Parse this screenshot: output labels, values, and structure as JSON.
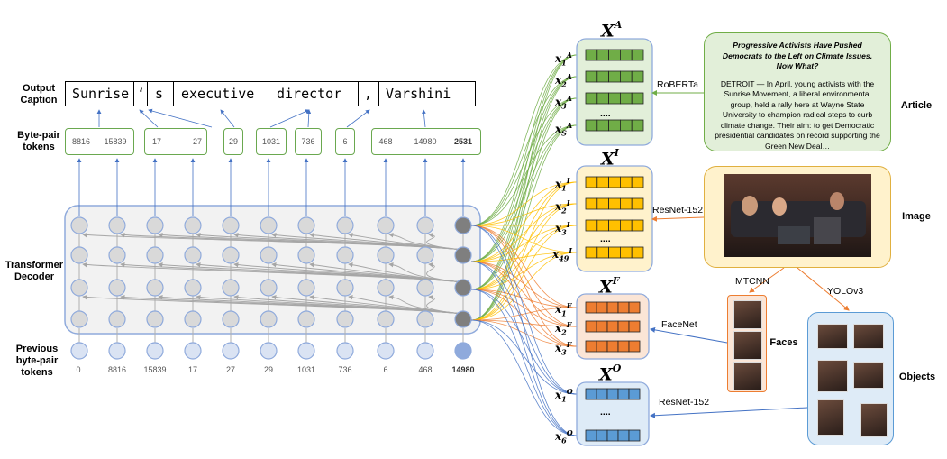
{
  "labels": {
    "output_caption": "Output Caption",
    "bpe_tokens": "Byte-pair tokens",
    "decoder": "Transformer Decoder",
    "previous_tokens": "Previous byte-pair tokens"
  },
  "caption_words": [
    "Sunrise",
    "‘",
    "s",
    "executive",
    "director",
    ",",
    "Varshini"
  ],
  "bpe_groups": [
    [
      "8816",
      "15839"
    ],
    [
      "17",
      "27"
    ],
    [
      "29"
    ],
    [
      "1031"
    ],
    [
      "736"
    ],
    [
      "6"
    ],
    [
      "468",
      "14980",
      "2531"
    ]
  ],
  "previous_tokens": [
    "0",
    "8816",
    "15839",
    "17",
    "27",
    "29",
    "1031",
    "736",
    "6",
    "468",
    "14980"
  ],
  "encoders": {
    "article": {
      "title": "X",
      "sup": "A",
      "rows": [
        "x",
        "x",
        "x",
        "x"
      ],
      "subs": [
        "1",
        "2",
        "3",
        "S"
      ],
      "model": "RoBERTa",
      "color": "#70ad47",
      "fill": "#e2efd9"
    },
    "image": {
      "title": "X",
      "sup": "I",
      "rows": [
        "x",
        "x",
        "x",
        "x"
      ],
      "subs": [
        "1",
        "2",
        "3",
        "49"
      ],
      "model": "ResNet-152",
      "color": "#ffc000",
      "fill": "#fff2cc"
    },
    "faces": {
      "title": "X",
      "sup": "F",
      "rows": [
        "x",
        "x",
        "x"
      ],
      "subs": [
        "1",
        "2",
        "3"
      ],
      "model": "FaceNet",
      "color": "#ed7d31",
      "fill": "#fbe5d6"
    },
    "objects": {
      "title": "X",
      "sup": "O",
      "rows": [
        "x",
        "x"
      ],
      "subs": [
        "1",
        "6"
      ],
      "model": "ResNet-152",
      "color": "#5b9bd5",
      "fill": "#deebf7"
    }
  },
  "ellipsis": "....",
  "article": {
    "headline": "Progressive Activists Have Pushed Democrats to the Left on Climate Issues. Now What?",
    "body": "DETROIT — In April, young activists with the Sunrise Movement, a liberal environmental group, held a rally here at Wayne State University to champion radical steps to curb climate change. Their aim: to get Democratic presidential candidates on record supporting the Green New Deal…"
  },
  "side_labels": {
    "article": "Article",
    "image": "Image",
    "faces": "Faces",
    "objects": "Objects"
  },
  "detectors": {
    "mtcnn": "MTCNN",
    "yolo": "YOLOv3"
  },
  "colors": {
    "green": "#70ad47",
    "yellow": "#ffc000",
    "orange": "#ed7d31",
    "blue": "#5b9bd5",
    "node": "#d9d9d9",
    "node_dark": "#7f7f7f"
  }
}
